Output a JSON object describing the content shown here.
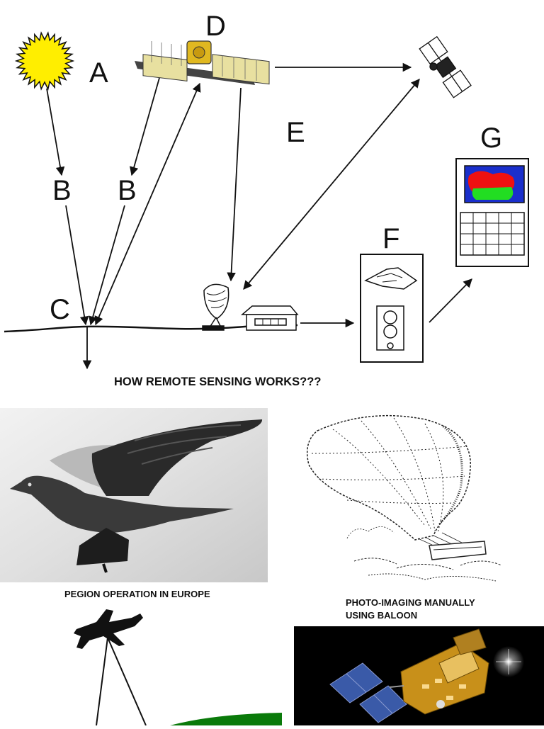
{
  "diagram": {
    "labels": {
      "a": "A",
      "b_left": "B",
      "b_right": "B",
      "c": "C",
      "d": "D",
      "e": "E",
      "f": "F",
      "g": "G"
    },
    "title": "HOW REMOTE SENSING WORKS???"
  },
  "photos": {
    "pigeon_caption": "PEGION OPERATION IN EUROPE",
    "balloon_caption_line1": "PHOTO-IMAGING MANUALLY",
    "balloon_caption_line2": "USING BALOON"
  },
  "colors": {
    "sun": "#ffee00",
    "ground_green": "#0a7a0a",
    "monitor_blue": "#1a2fcc",
    "monitor_red": "#ee1111",
    "monitor_green": "#22dd22",
    "space_bg": "#000000",
    "solar_panel": "#3a5aa8",
    "satellite_gold": "#c8901a"
  }
}
